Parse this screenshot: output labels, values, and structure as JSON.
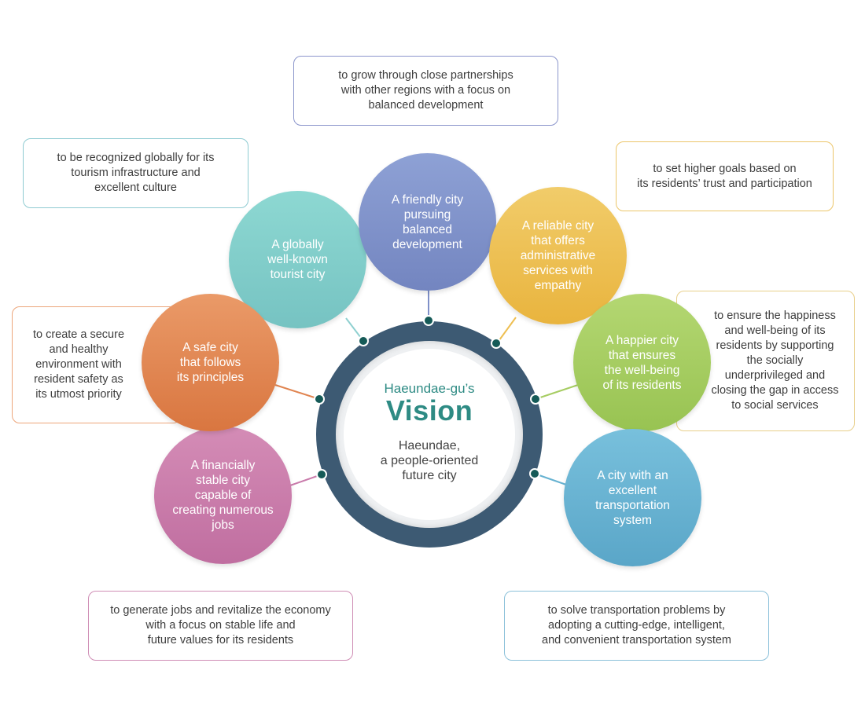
{
  "hub": {
    "kicker": "Haeundae-gu’s",
    "title": "Vision",
    "subtitle": "Haeundae,\na people-oriented\nfuture city"
  },
  "visions": [
    {
      "id": "tourism",
      "circle": "A globally\nwell-known\ntourist city",
      "goal": "to be recognized globally for its\ntourism infrastructure and\nexcellent culture",
      "color": "#7ecfc8",
      "border": "#8fcbd2"
    },
    {
      "id": "balanced",
      "circle": "A friendly city\npursuing\nbalanced\ndevelopment",
      "goal": "to grow through close partnerships\nwith other regions with a focus on\nbalanced development",
      "color": "#7f90c8",
      "border": "#8c96cc"
    },
    {
      "id": "reliable",
      "circle": "A reliable city\nthat offers\nadministrative\nservices with\nempathy",
      "goal": "to set higher goals based on\nits residents’ trust and participation",
      "color": "#eebf52",
      "border": "#ecc66a"
    },
    {
      "id": "happier",
      "circle": "A happier city\nthat ensures\nthe well-being\nof its residents",
      "goal": "to ensure the happiness\nand well-being of its\nresidents by supporting\nthe socially\nunderprivileged and\nclosing the gap in access\nto social services",
      "color": "#a6cd62",
      "border": "#e8cf8a"
    },
    {
      "id": "transport",
      "circle": "A city with an\nexcellent\ntransportation\nsystem",
      "goal": "to solve transportation problems by\nadopting a cutting-edge, intelligent,\nand convenient transportation system",
      "color": "#66b2d1",
      "border": "#8cc1da"
    },
    {
      "id": "jobs",
      "circle": "A financially\nstable city\ncapable of\ncreating numerous\njobs",
      "goal": "to generate jobs and revitalize the economy\nwith a focus on stable life and\nfuture values for its residents",
      "color": "#c97bab",
      "border": "#cf8db5"
    },
    {
      "id": "safe",
      "circle": "A safe city\nthat follows\nits principles",
      "goal": "to create a secure\nand healthy\nenvironment with\nresident safety as\nits utmost priority",
      "color": "#e08450",
      "border": "#eca57a"
    }
  ]
}
